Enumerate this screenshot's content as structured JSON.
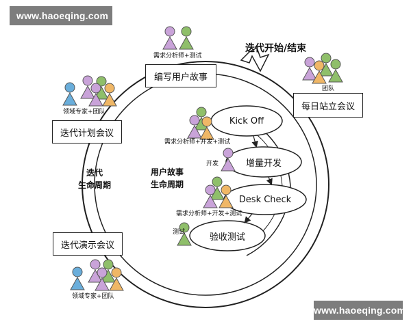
{
  "watermark": "www.haoeqing.com",
  "cycle_start_end": "迭代开始/结束",
  "iteration_lifecycle": [
    "迭代",
    "生命周期"
  ],
  "story_lifecycle": [
    "用户故事",
    "生命周期"
  ],
  "boxes": {
    "write_story": "编写用户故事",
    "daily_standup": "每日站立会议",
    "iteration_planning": "迭代计划会议",
    "iteration_demo": "迭代演示会议"
  },
  "ellipses": {
    "kick_off": "Kick Off",
    "incremental_dev": "增量开发",
    "desk_check": "Desk Check",
    "acceptance_test": "验收测试"
  },
  "roles": {
    "ba_tester": "需求分析师+测试",
    "team": "团队",
    "domain_expert_team_1": "领域专家+团队",
    "ba_dev_tester_1": "需求分析师+开发+测试",
    "developer": "开发",
    "ba_dev_tester_2": "需求分析师+开发+测试",
    "tester": "测试",
    "domain_expert_team_2": "领域专家+团队"
  },
  "colors": {
    "green": "#8fbf6a",
    "purple": "#c9a3d9",
    "orange": "#f0b766",
    "blue": "#6aaedb",
    "watermark_bg": "#7d7d7d"
  }
}
